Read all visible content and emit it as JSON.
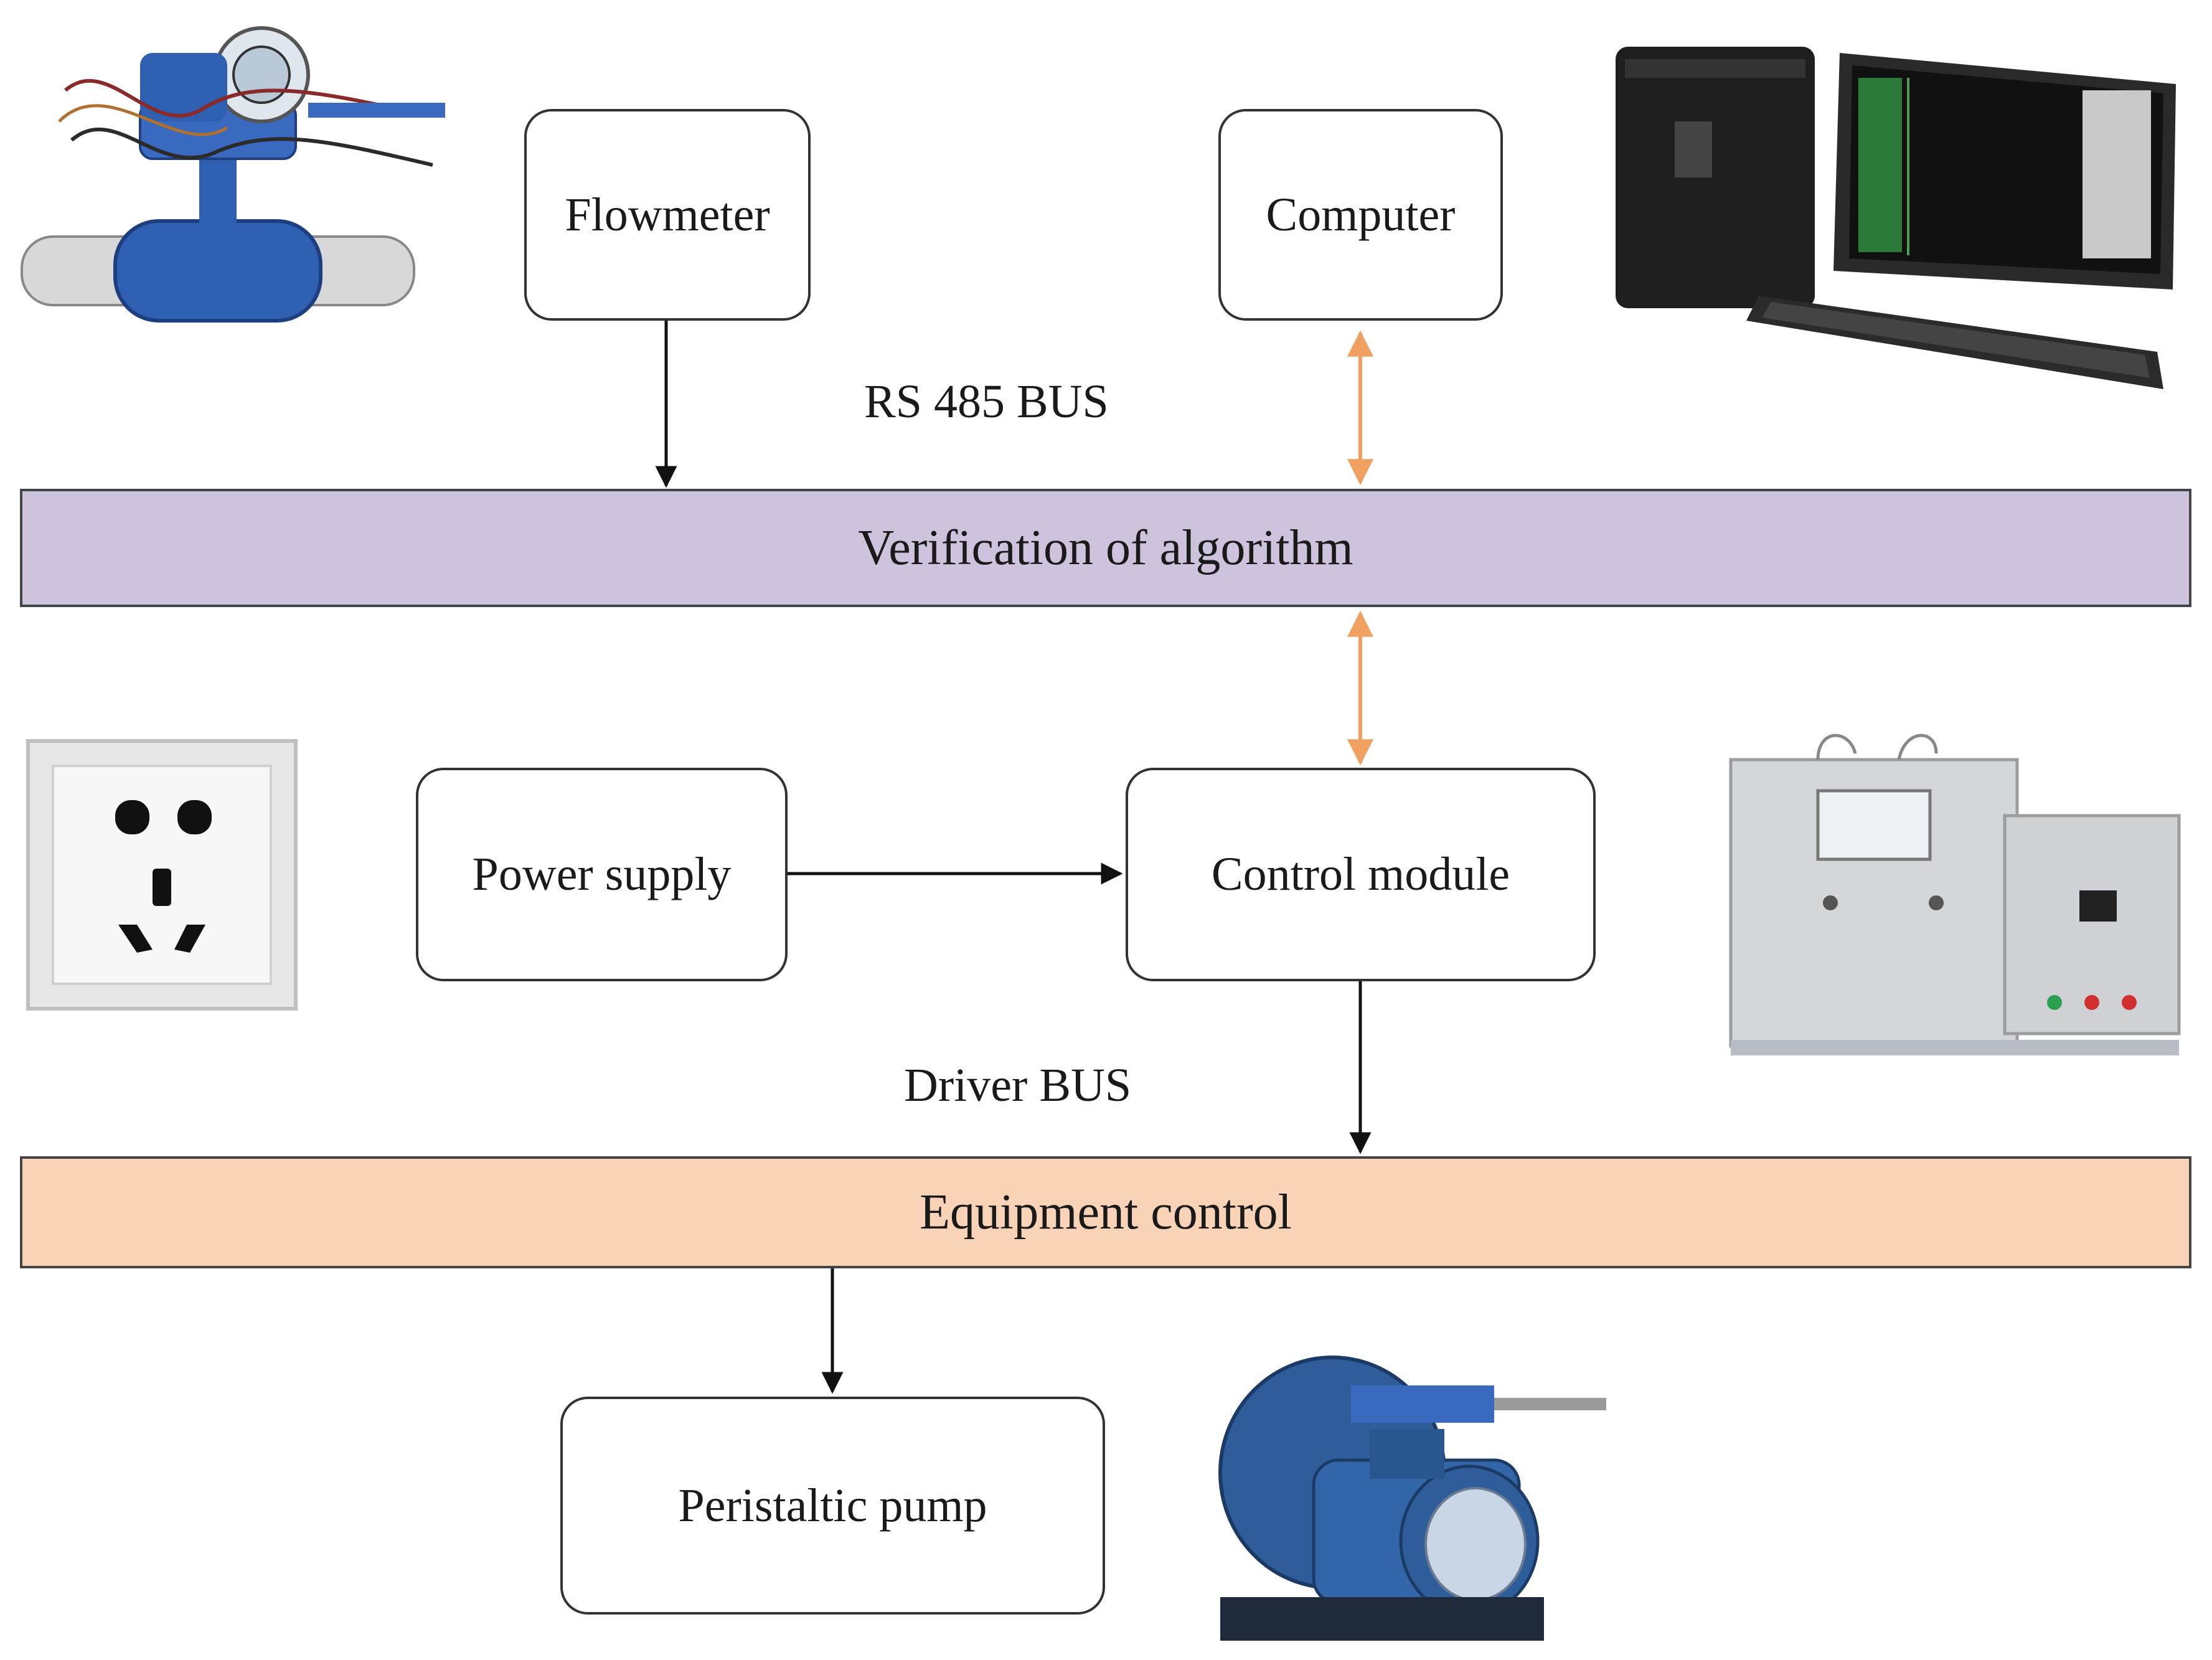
{
  "nodes": {
    "flowmeter": "Flowmeter",
    "computer": "Computer",
    "power_supply": "Power supply",
    "control_module": "Control module",
    "peristaltic_pump": "Peristaltic pump"
  },
  "bands": {
    "verification": "Verification of algorithm",
    "equipment": "Equipment control"
  },
  "bus_labels": {
    "rs485": "RS 485 BUS",
    "driver": "Driver BUS"
  },
  "colors": {
    "verification_band": "#cdc3dc",
    "equipment_band": "#f9d3b7",
    "bidirectional_arrow": "#f0a060",
    "arrow": "#111111"
  },
  "icons": [
    "flowmeter-photo",
    "computer-photo",
    "power-outlet-photo",
    "control-cabinet-photo",
    "pump-photo"
  ]
}
